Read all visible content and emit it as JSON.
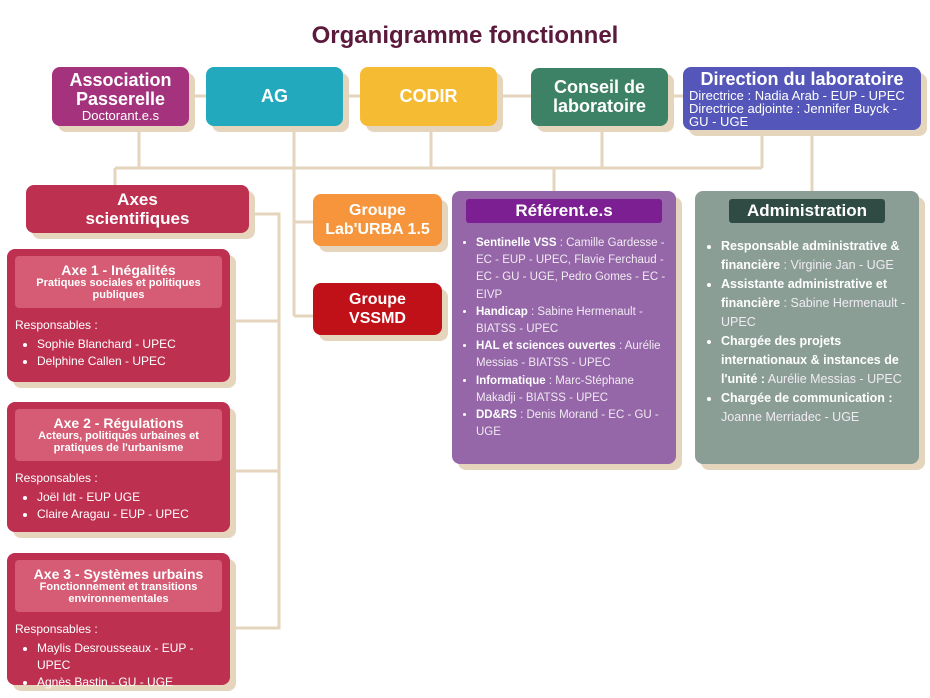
{
  "title": "Organigramme fonctionnel",
  "top_row": {
    "assoc": {
      "title_line1": "Association",
      "title_line2": "Passerelle",
      "subtitle": "Doctorant.e.s",
      "color": "#a4327c"
    },
    "ag": {
      "title": "AG",
      "color": "#23a9bd"
    },
    "codir": {
      "title": "CODIR",
      "color": "#f5bb33"
    },
    "conseil": {
      "title_line1": "Conseil de",
      "title_line2": "laboratoire",
      "color": "#3d8266"
    },
    "direction": {
      "title": "Direction du laboratoire",
      "line1": "Directrice : Nadia Arab - EUP - UPEC",
      "line2": "Directrice adjointe : Jennifer Buyck -",
      "line3": "GU - UGE",
      "color": "#5457b9"
    }
  },
  "axes": {
    "title_line1": "Axes",
    "title_line2": "scientifiques",
    "color": "#be3050",
    "items": [
      {
        "heading": "Axe 1 - Inégalités",
        "subheading": "Pratiques sociales et politiques publiques",
        "resp_label": "Responsables :",
        "people": [
          "Sophie Blanchard - UPEC",
          "Delphine Callen - UPEC"
        ]
      },
      {
        "heading": "Axe 2 - Régulations",
        "subheading": "Acteurs, politiques urbaines et pratiques de l'urbanisme",
        "resp_label": "Responsables :",
        "people": [
          "Joël Idt - EUP UGE",
          "Claire Aragau - EUP - UPEC"
        ]
      },
      {
        "heading": "Axe 3 - Systèmes urbains",
        "subheading": "Fonctionnement et transitions environnementales",
        "resp_label": "Responsables :",
        "people": [
          "Maylis Desrousseaux - EUP - UPEC",
          "Agnès Bastin - GU - UGE"
        ]
      }
    ]
  },
  "groups": {
    "laburba": {
      "title_line1": "Groupe",
      "title_line2": "Lab'URBA 1.5",
      "color": "#f6953b"
    },
    "vssmd": {
      "title_line1": "Groupe",
      "title_line2": "VSSMD",
      "color": "#c11118"
    }
  },
  "referents": {
    "title": "Référent.e.s",
    "color": "#9566a8",
    "items": [
      {
        "role": "Sentinelle VSS",
        "names": " : Camille Gardesse - EC - EUP - UPEC, Flavie Ferchaud - EC - GU - UGE, Pedro Gomes - EC - EIVP"
      },
      {
        "role": "Handicap",
        "names": " : Sabine Hermenault - BIATSS - UPEC"
      },
      {
        "role": "HAL et sciences ouvertes",
        "names": " : Aurélie Messias - BIATSS - UPEC"
      },
      {
        "role": "Informatique",
        "names": " : Marc-Stéphane Makadji - BIATSS - UPEC"
      },
      {
        "role": "DD&RS",
        "names": " : Denis Morand - EC - GU - UGE"
      }
    ]
  },
  "administration": {
    "title": "Administration",
    "color": "#8b9e96",
    "items": [
      {
        "role": "Responsable administrative & financière",
        "names": " : Virginie Jan - UGE"
      },
      {
        "role": "Assistante administrative et financière",
        "names": " : Sabine Hermenault - UPEC"
      },
      {
        "role": "Chargée des projets internationaux & instances de l'unité :",
        "names": " Aurélie Messias - UPEC"
      },
      {
        "role": "Chargée de communication :",
        "names": " Joanne Merriadec - UGE"
      }
    ]
  }
}
